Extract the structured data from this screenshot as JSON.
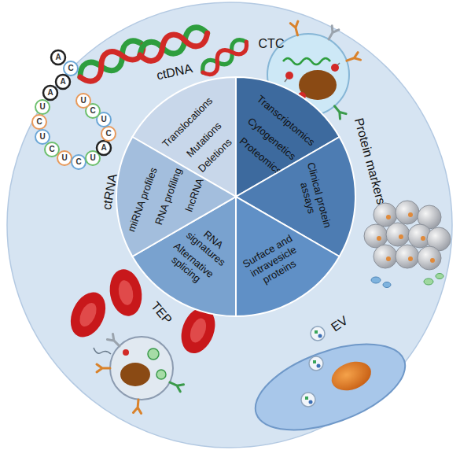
{
  "diagram": {
    "nodes": [
      {
        "text": [
          "ctDNA",
          "Translocations",
          "Mutations",
          "Deletions"
        ]
      },
      {
        "text": [
          "CTC",
          "Transcriptomics",
          "Cytogenetics",
          "Proteomics"
        ]
      },
      {
        "text": [
          "Protein markers",
          "Clinical protein assays"
        ]
      },
      {
        "text": [
          "EV",
          "Surface and intravesicle proteins"
        ]
      },
      {
        "text": [
          "TEP",
          "RNA signatures",
          "Alternative splicing"
        ]
      },
      {
        "text": [
          "ctRNA",
          "miRNA profiles",
          "RNA profiling",
          "lncRNA"
        ]
      }
    ],
    "labels": [
      "A",
      "C",
      "A",
      "A",
      "U",
      "C",
      "U",
      "C",
      "U",
      "C",
      "U",
      "A",
      "C",
      "U",
      "C",
      "U"
    ]
  }
}
